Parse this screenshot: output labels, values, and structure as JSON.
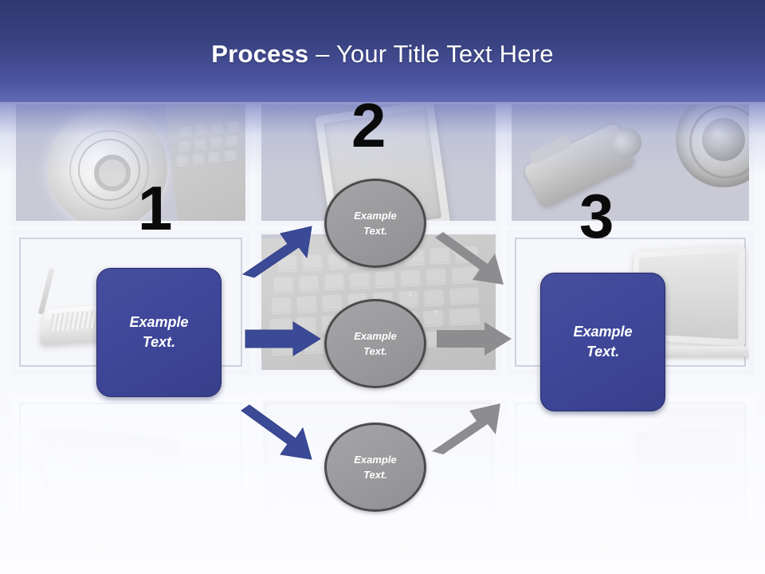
{
  "slide": {
    "title_bold": "Process",
    "title_separator": " – ",
    "title_rest": "Your Title Text Here",
    "accent_header_top": "#2f3870",
    "accent_header_bottom": "#5a63ad",
    "box_color": "#3f479a",
    "circle_color": "#9b9b9e",
    "blue_arrow_color": "#3b4a96",
    "gray_arrow_color": "#8d8d90",
    "number_color": "#0a0a0a"
  },
  "steps": [
    {
      "number": "1",
      "label": "step-one"
    },
    {
      "number": "2",
      "label": "step-two"
    },
    {
      "number": "3",
      "label": "step-three"
    }
  ],
  "nodes": {
    "input_box": {
      "line1": "Example",
      "line2": "Text."
    },
    "circle_top": {
      "line1": "Example",
      "line2": "Text."
    },
    "circle_middle": {
      "line1": "Example",
      "line2": "Text."
    },
    "circle_bottom": {
      "line1": "Example",
      "line2": "Text."
    },
    "output_box": {
      "line1": "Example",
      "line2": "Text."
    }
  },
  "arrows": [
    {
      "name": "arrow-in-top",
      "style": "blue",
      "direction": "up-right"
    },
    {
      "name": "arrow-in-middle",
      "style": "blue",
      "direction": "right"
    },
    {
      "name": "arrow-in-bottom",
      "style": "blue",
      "direction": "down-right"
    },
    {
      "name": "arrow-out-top",
      "style": "gray",
      "direction": "down-right"
    },
    {
      "name": "arrow-out-middle",
      "style": "gray",
      "direction": "right"
    },
    {
      "name": "arrow-out-bottom",
      "style": "gray",
      "direction": "up-right"
    }
  ],
  "background_photos": [
    {
      "name": "photo-cd-disc",
      "subject": "compact disc and keyboard"
    },
    {
      "name": "photo-flat-monitor",
      "subject": "flat panel monitor"
    },
    {
      "name": "photo-camera-lens",
      "subject": "camera with lens"
    },
    {
      "name": "photo-router",
      "subject": "wireless router"
    },
    {
      "name": "photo-keyboard",
      "subject": "laptop keyboard"
    },
    {
      "name": "photo-laptop",
      "subject": "open laptop"
    }
  ]
}
